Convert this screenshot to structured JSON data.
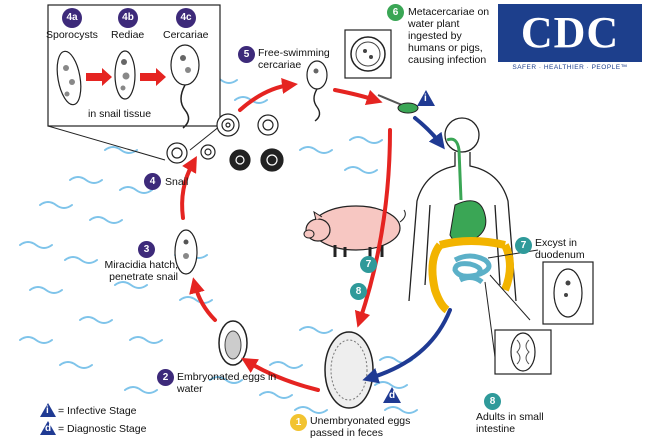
{
  "logo": {
    "text": "CDC",
    "tagline": "SAFER · HEALTHIER · PEOPLE™"
  },
  "legend": {
    "infective_symbol": "i",
    "infective_label": "= Infective Stage",
    "diagnostic_symbol": "d",
    "diagnostic_label": "= Diagnostic Stage"
  },
  "inset": {
    "badge_4a": "4a",
    "label_4a": "Sporocysts",
    "badge_4b": "4b",
    "label_4b": "Rediae",
    "badge_4c": "4c",
    "label_4c": "Cercariae",
    "caption": "in snail tissue"
  },
  "stages": {
    "s1": {
      "badge": "1",
      "label": "Unembryonated eggs passed in feces"
    },
    "s2": {
      "badge": "2",
      "label": "Embryonated eggs in water"
    },
    "s3": {
      "badge": "3",
      "label": "Miracidia hatch, penetrate snail"
    },
    "s4": {
      "badge": "4",
      "label": "Snail"
    },
    "s5": {
      "badge": "5",
      "label": "Free-swimming cercariae"
    },
    "s6": {
      "badge": "6",
      "label": "Metacercariae on water plant ingested by humans or pigs, causing infection"
    },
    "s7": {
      "badge": "7",
      "label": "Excyst in duodenum"
    },
    "s8": {
      "badge": "8",
      "label": "Adults in small intestine"
    },
    "cycle7": "7",
    "cycle8": "8",
    "marker_i": "i",
    "marker_d": "d"
  },
  "colors": {
    "arrow_red": "#e52421",
    "arrow_blue": "#1f3a93",
    "water": "#7fc4ea",
    "stomach": "#3aa655",
    "intestine_small": "#5bb0c8",
    "intestine_large": "#f2b400",
    "pig": "#f7c7c2"
  }
}
